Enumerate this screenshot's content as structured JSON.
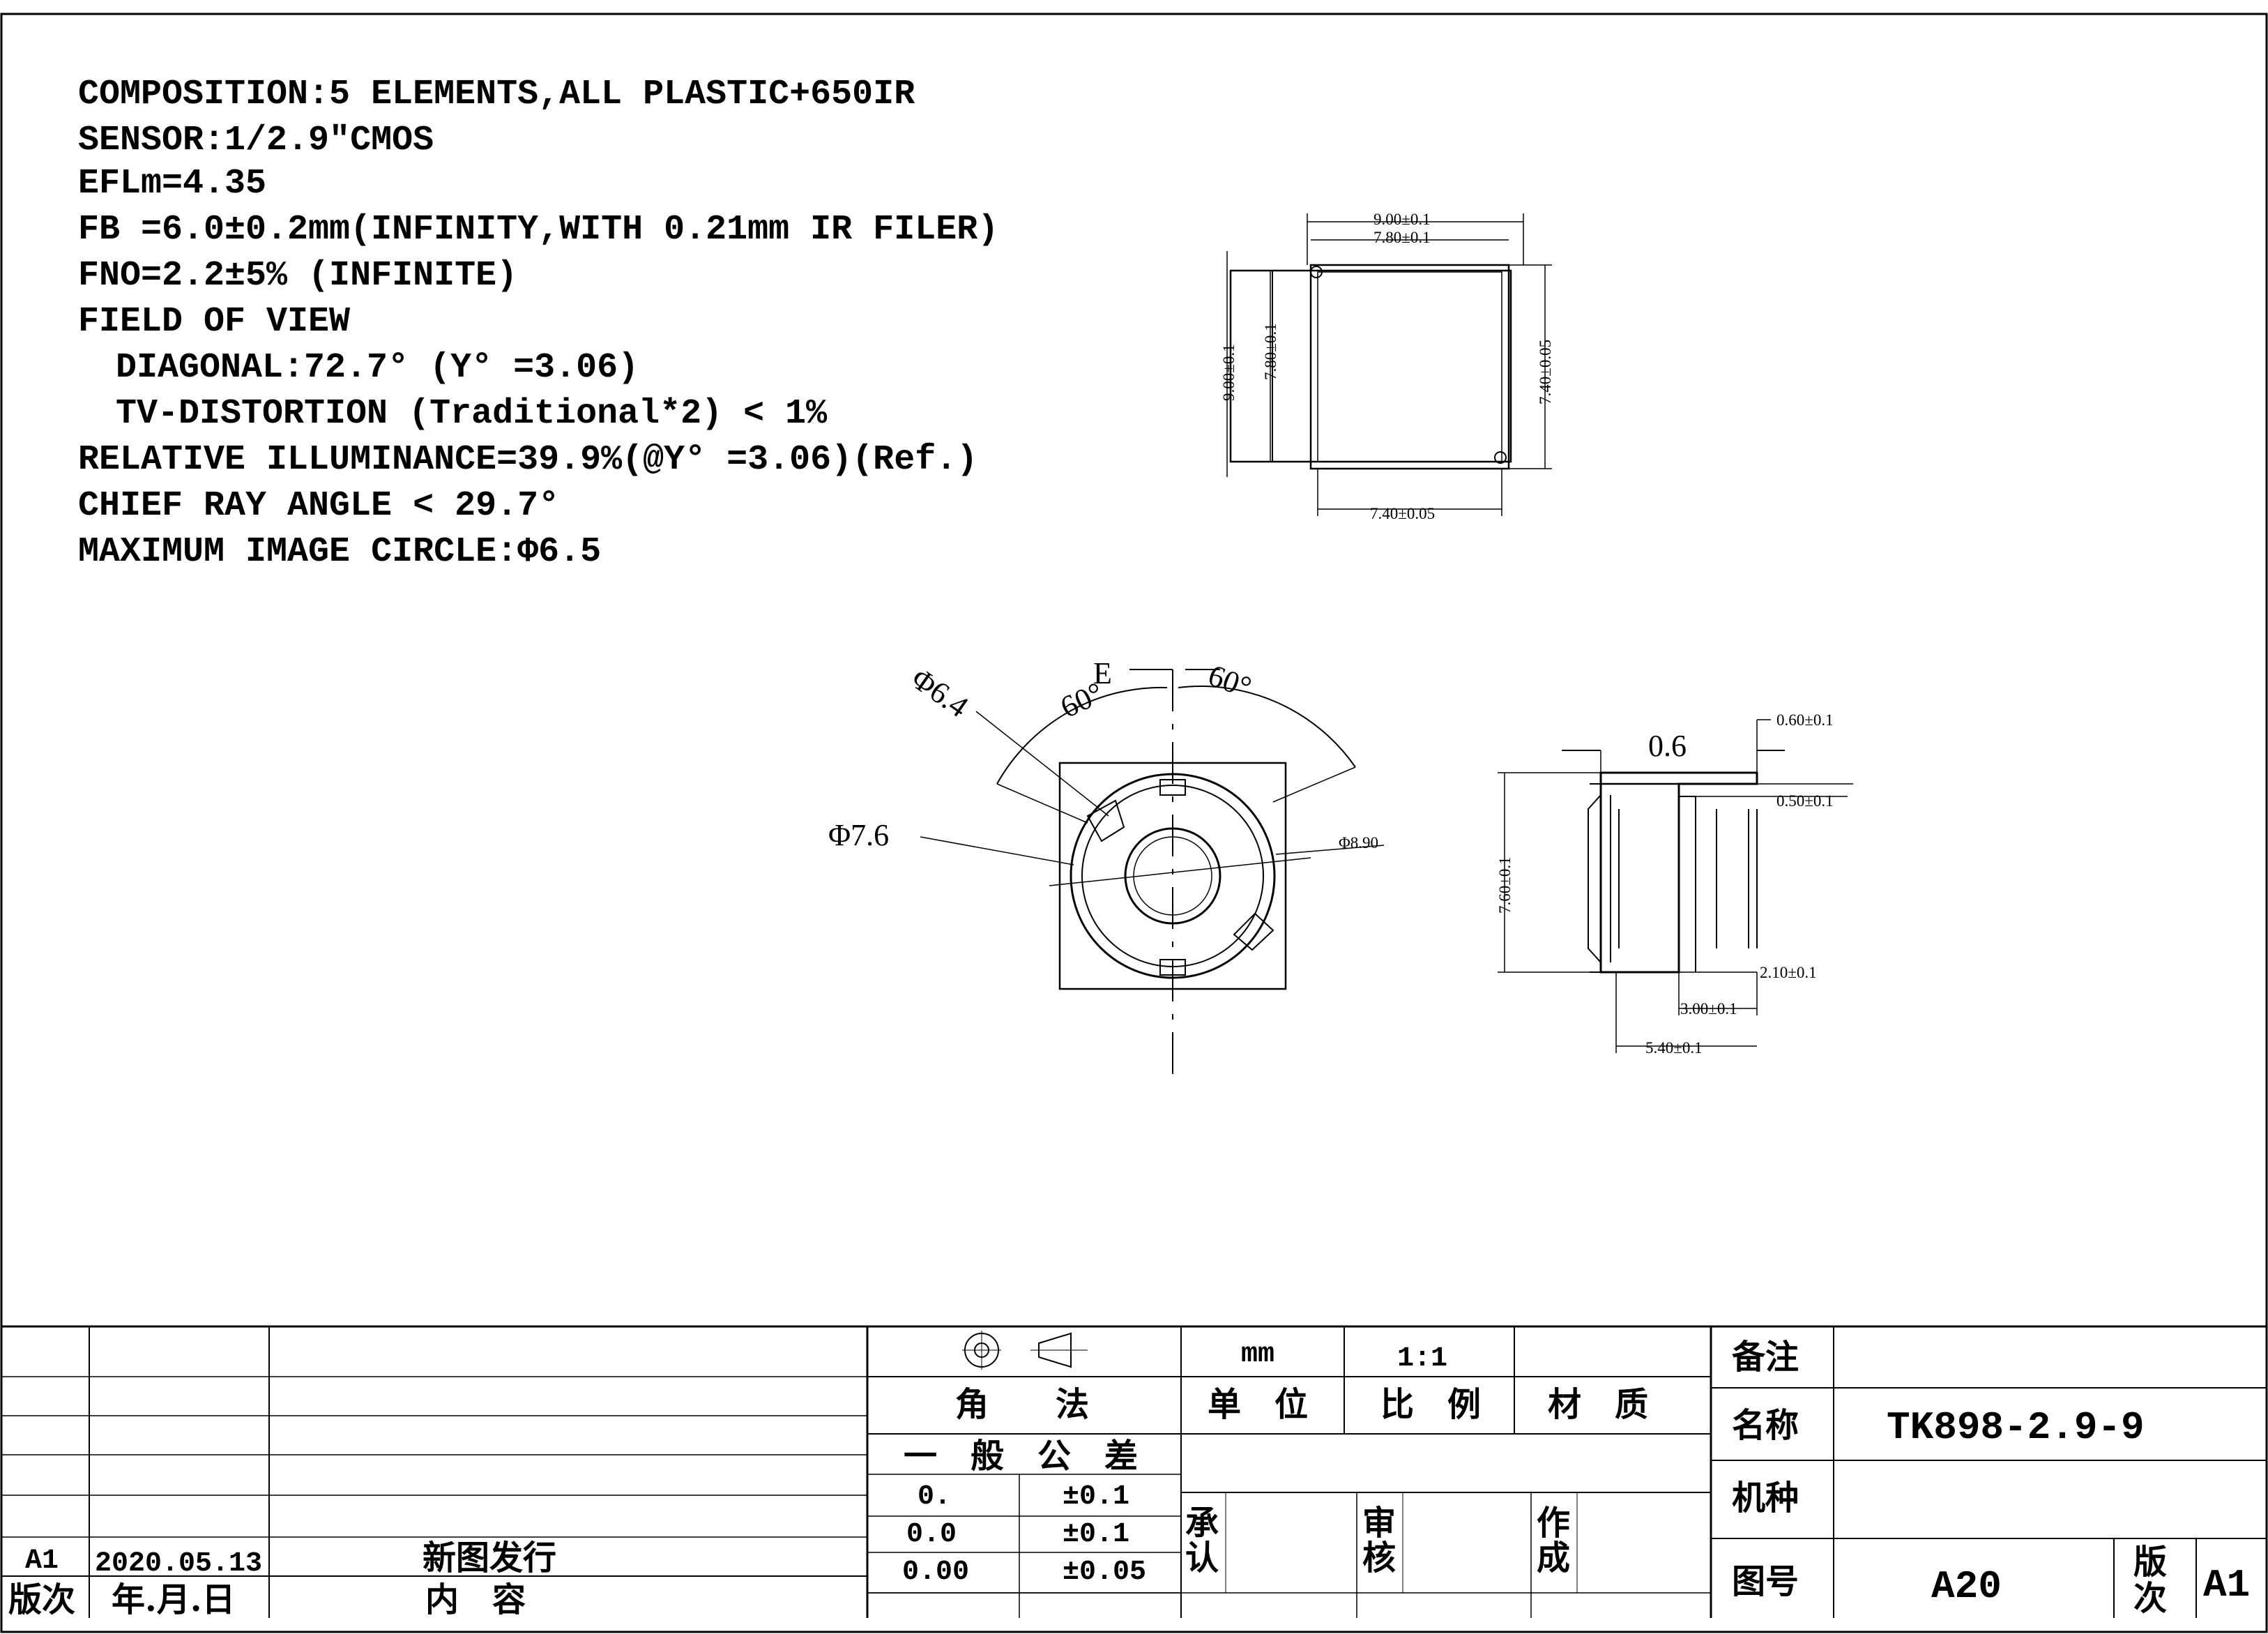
{
  "specs": {
    "composition": "COMPOSITION:5 ELEMENTS,ALL PLASTIC+650IR",
    "sensor": "SENSOR:1/2.9\"CMOS",
    "efl": "EFLm=4.35",
    "fb": "FB =6.0±0.2mm(INFINITY,WITH 0.21mm IR FILER)",
    "fno": "FNO=2.2±5% (INFINITE)",
    "fov": "FIELD OF VIEW",
    "diagonal": "DIAGONAL:72.7° (Y° =3.06)",
    "tv_distortion": "TV-DISTORTION (Traditional*2) < 1%",
    "relative_illuminance": "RELATIVE ILLUMINANCE=39.9%(@Y° =3.06)(Ref.)",
    "chief_ray_angle": "CHIEF RAY ANGLE < 29.7°",
    "max_image_circle": "MAXIMUM IMAGE CIRCLE:Φ6.5"
  },
  "top_view": {
    "width_outer": "9.00±0.1",
    "width_inner": "7.80±0.1",
    "height_outer": "9.00±0.1",
    "height_inner": "7.80±0.1",
    "sensor_height": "7.40±0.05",
    "sensor_width": "7.40±0.05"
  },
  "front_view": {
    "diameter_lens": "Φ6.4",
    "diameter_barrel": "Φ7.6",
    "diameter_outer": "Φ8.90",
    "angle_left": "60°",
    "angle_right": "60°",
    "datum": "E"
  },
  "side_view": {
    "top_thickness": "0.60±0.1",
    "step": "0.6",
    "flange": "0.50±0.1",
    "height": "7.60±0.1",
    "base": "2.10±0.1",
    "body_depth": "3.00±0.1",
    "overall_depth": "5.40±0.1"
  },
  "title_block": {
    "rev_row_label": "A1",
    "rev_row_date": "2020.05.13",
    "rev_row_content": "新图发行",
    "header_rev": "版次",
    "header_date": "年.月.日",
    "header_content": "内　容",
    "angle_method": "角　　法",
    "unit_value": "mm",
    "unit_label": "单　位",
    "scale_value": "1:1",
    "scale_label": "比　例",
    "material_label": "材　质",
    "general_tolerance": "一　般　公　差",
    "tol1_key": "0.",
    "tol1_val": "±0.1",
    "tol2_key": "0.0",
    "tol2_val": "±0.1",
    "tol3_key": "0.00",
    "tol3_val": "±0.05",
    "approve_1": "承",
    "approve_2": "认",
    "review_1": "审",
    "review_2": "核",
    "make_1": "作",
    "make_2": "成",
    "remark_label": "备注",
    "name_label": "名称",
    "name_value": "TK898-2.9-9",
    "model_label": "机种",
    "drawing_no_label": "图号",
    "drawing_no_value": "A20",
    "version_label_1": "版",
    "version_label_2": "次",
    "version_value": "A1"
  }
}
